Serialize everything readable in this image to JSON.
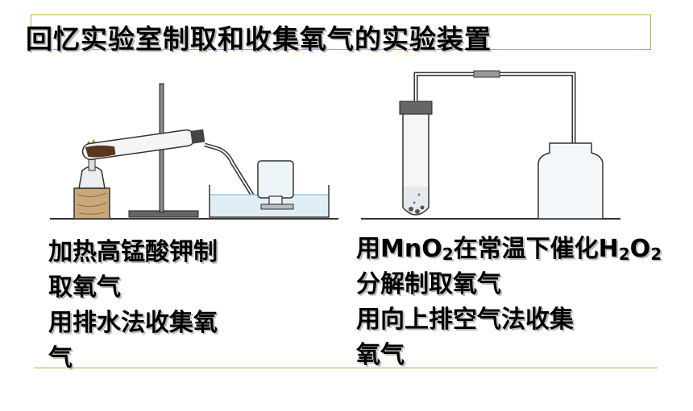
{
  "title": "回忆实验室制取和收集氧气的实验装置",
  "left": {
    "caption_lines": [
      "加热高锰酸钾制",
      "取氧气",
      "用排水法收集氧",
      "气"
    ]
  },
  "right": {
    "line1_a": "用MnO",
    "line1_sub1": "2",
    "line1_b": "在常温下催化H",
    "line1_sub2": "2",
    "line1_c": "O",
    "line1_sub3": "2",
    "caption_lines": [
      "分解制取氧气",
      "用向上排空气法收集",
      "氧气"
    ]
  }
}
